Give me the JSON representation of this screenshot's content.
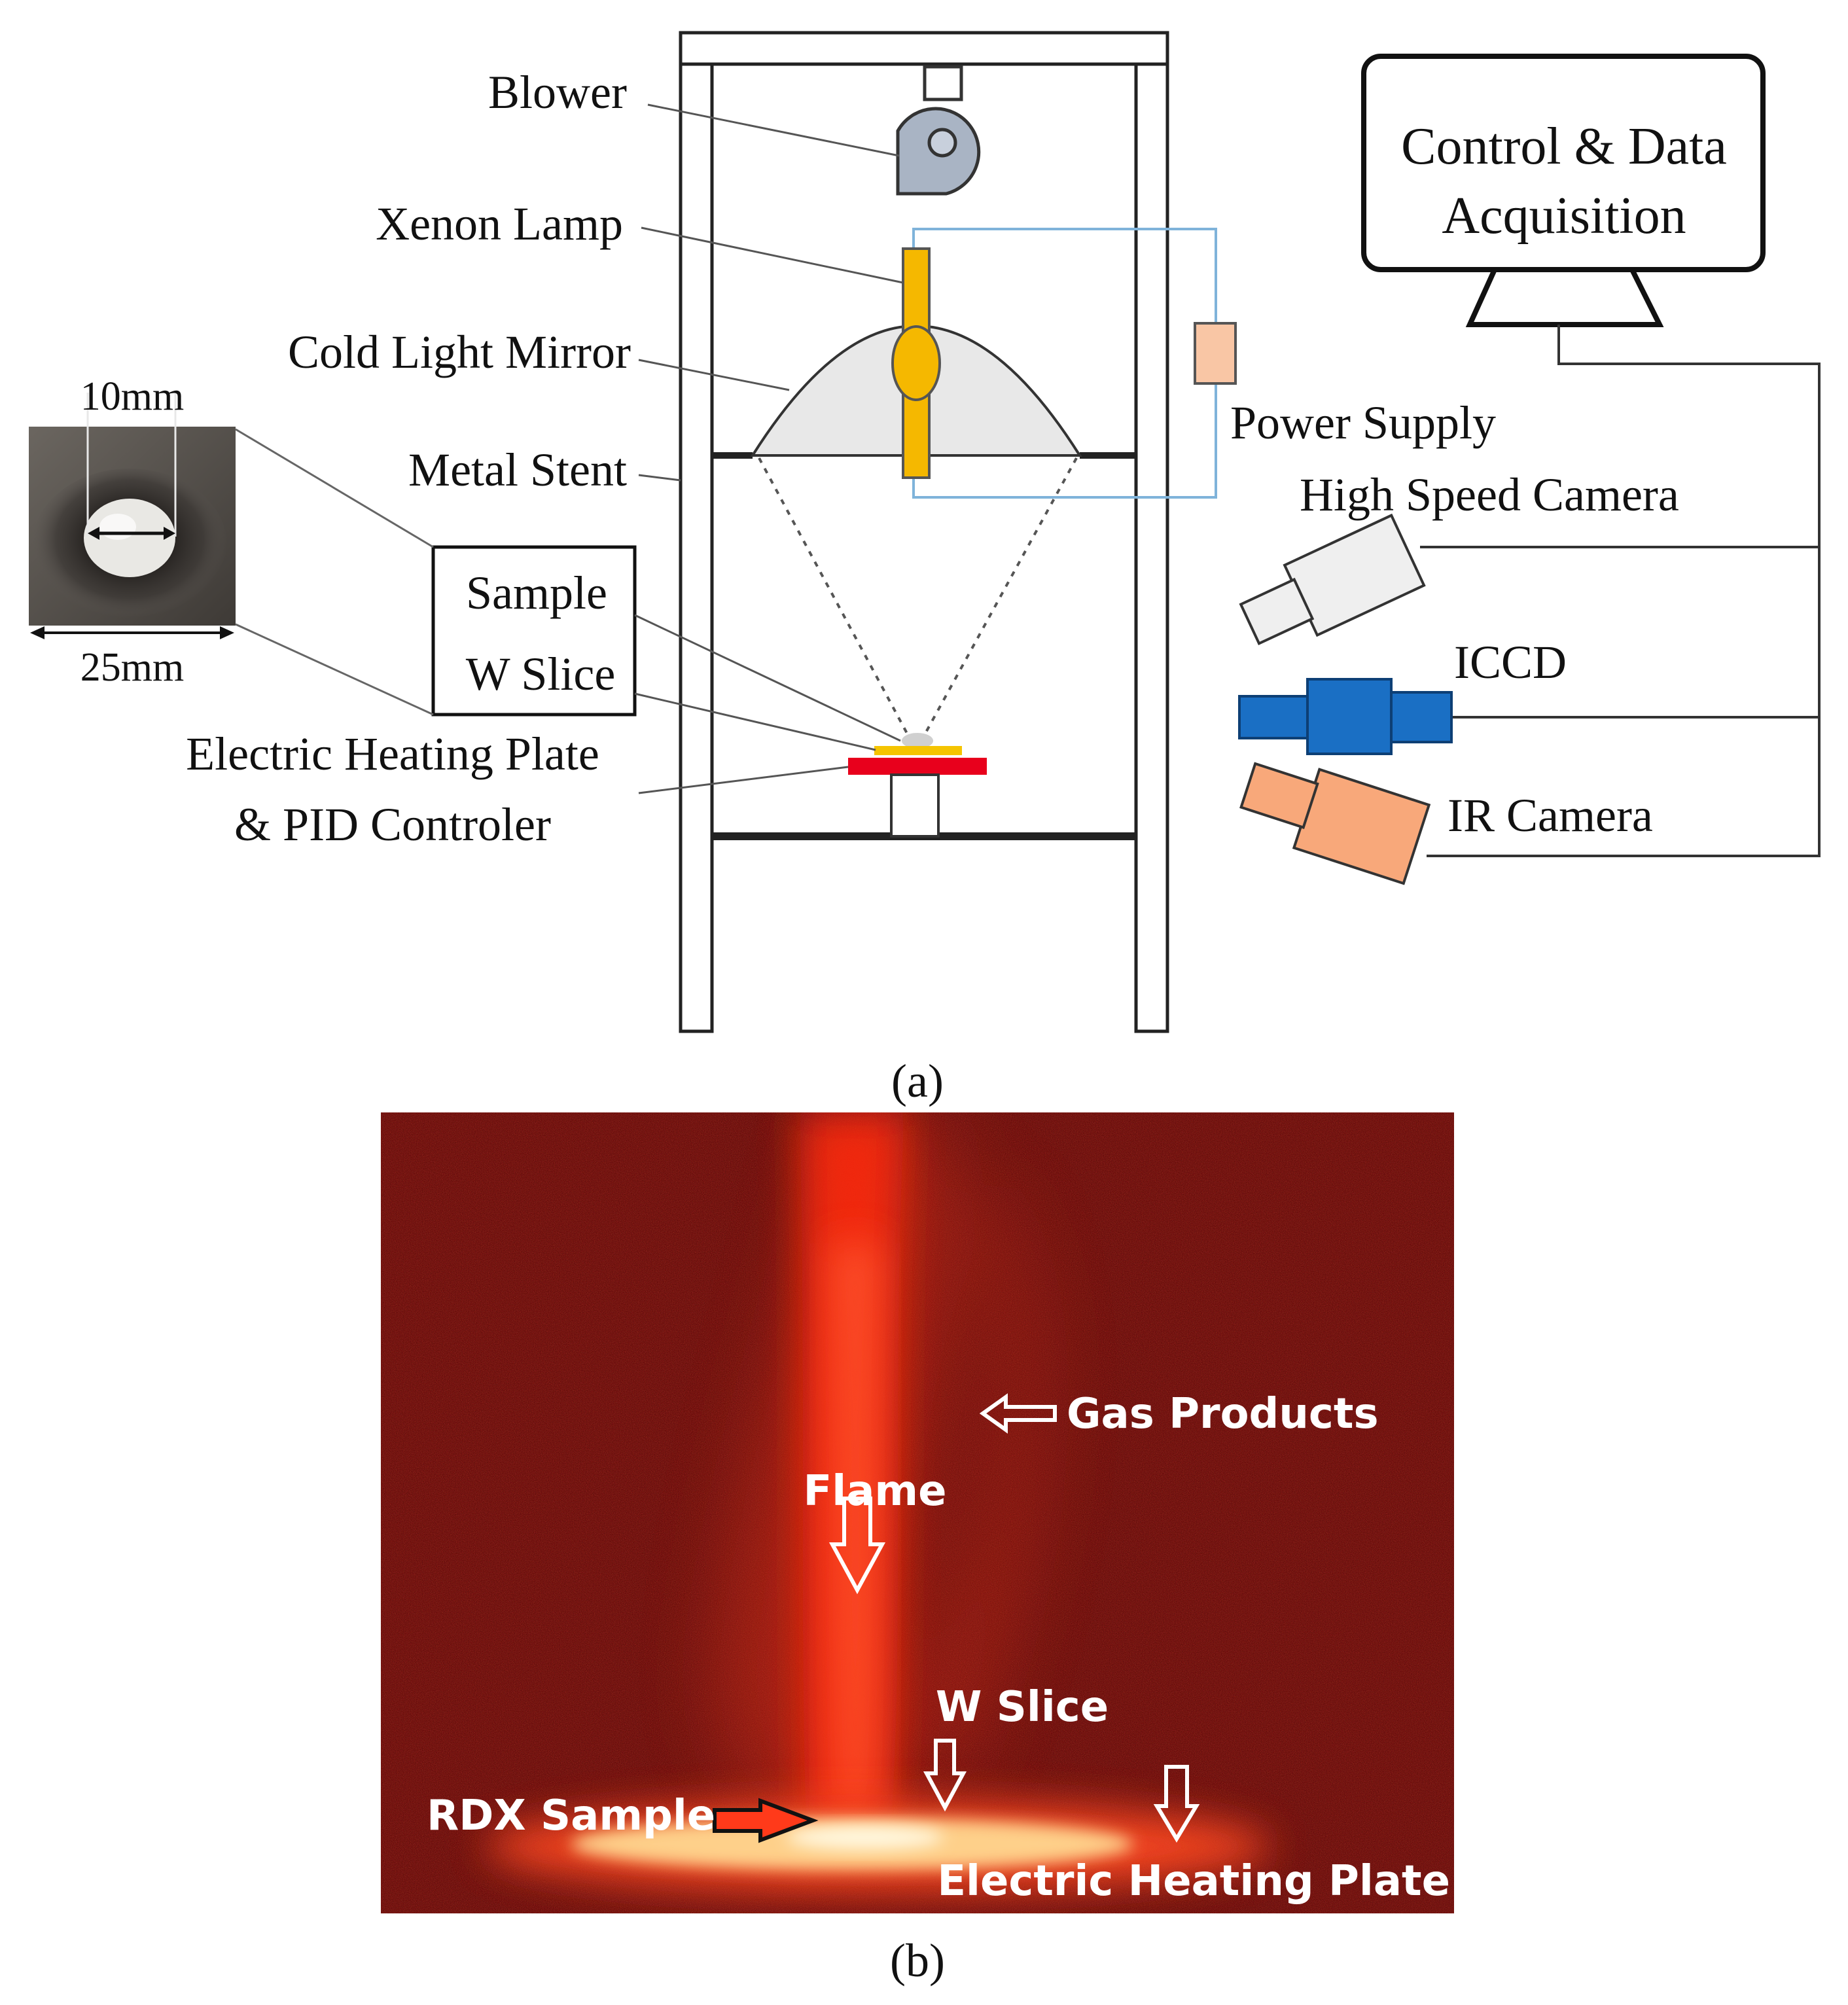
{
  "panel_a": {
    "caption": "(a)",
    "labels": {
      "blower": "Blower",
      "xenon_lamp": "Xenon Lamp",
      "cold_light_mirror": "Cold Light Mirror",
      "metal_stent": "Metal Stent",
      "sample": "Sample",
      "w_slice": "W Slice",
      "heating_plate_line1": "Electric Heating Plate",
      "heating_plate_line2": "& PID Controler",
      "dim_10mm": "10mm",
      "dim_25mm": "25mm",
      "control_line1": "Control & Data",
      "control_line2": "Acquisition",
      "power_supply": "Power Supply",
      "high_speed_camera": "High Speed Camera",
      "iccd": "ICCD",
      "ir_camera": "IR Camera"
    },
    "colors": {
      "lamp": "#f5b800",
      "mirror": "#e8e8e8",
      "power_supply": "#f9c6a5",
      "iccd": "#1a6fc4",
      "ir_camera": "#f8a87a",
      "heating_plate": "#e8001c",
      "w_slice": "#f5c400",
      "wire": "#6fa8d8"
    }
  },
  "panel_b": {
    "caption": "(b)",
    "labels": {
      "gas_products": "Gas Products",
      "flame": "Flame",
      "w_slice": "W Slice",
      "rdx_sample": "RDX Sample",
      "heating_plate": "Electric Heating Plate"
    },
    "colors": {
      "background": "#5a0000",
      "flame": "#ff2a10",
      "hot": "#fff2c0"
    }
  }
}
